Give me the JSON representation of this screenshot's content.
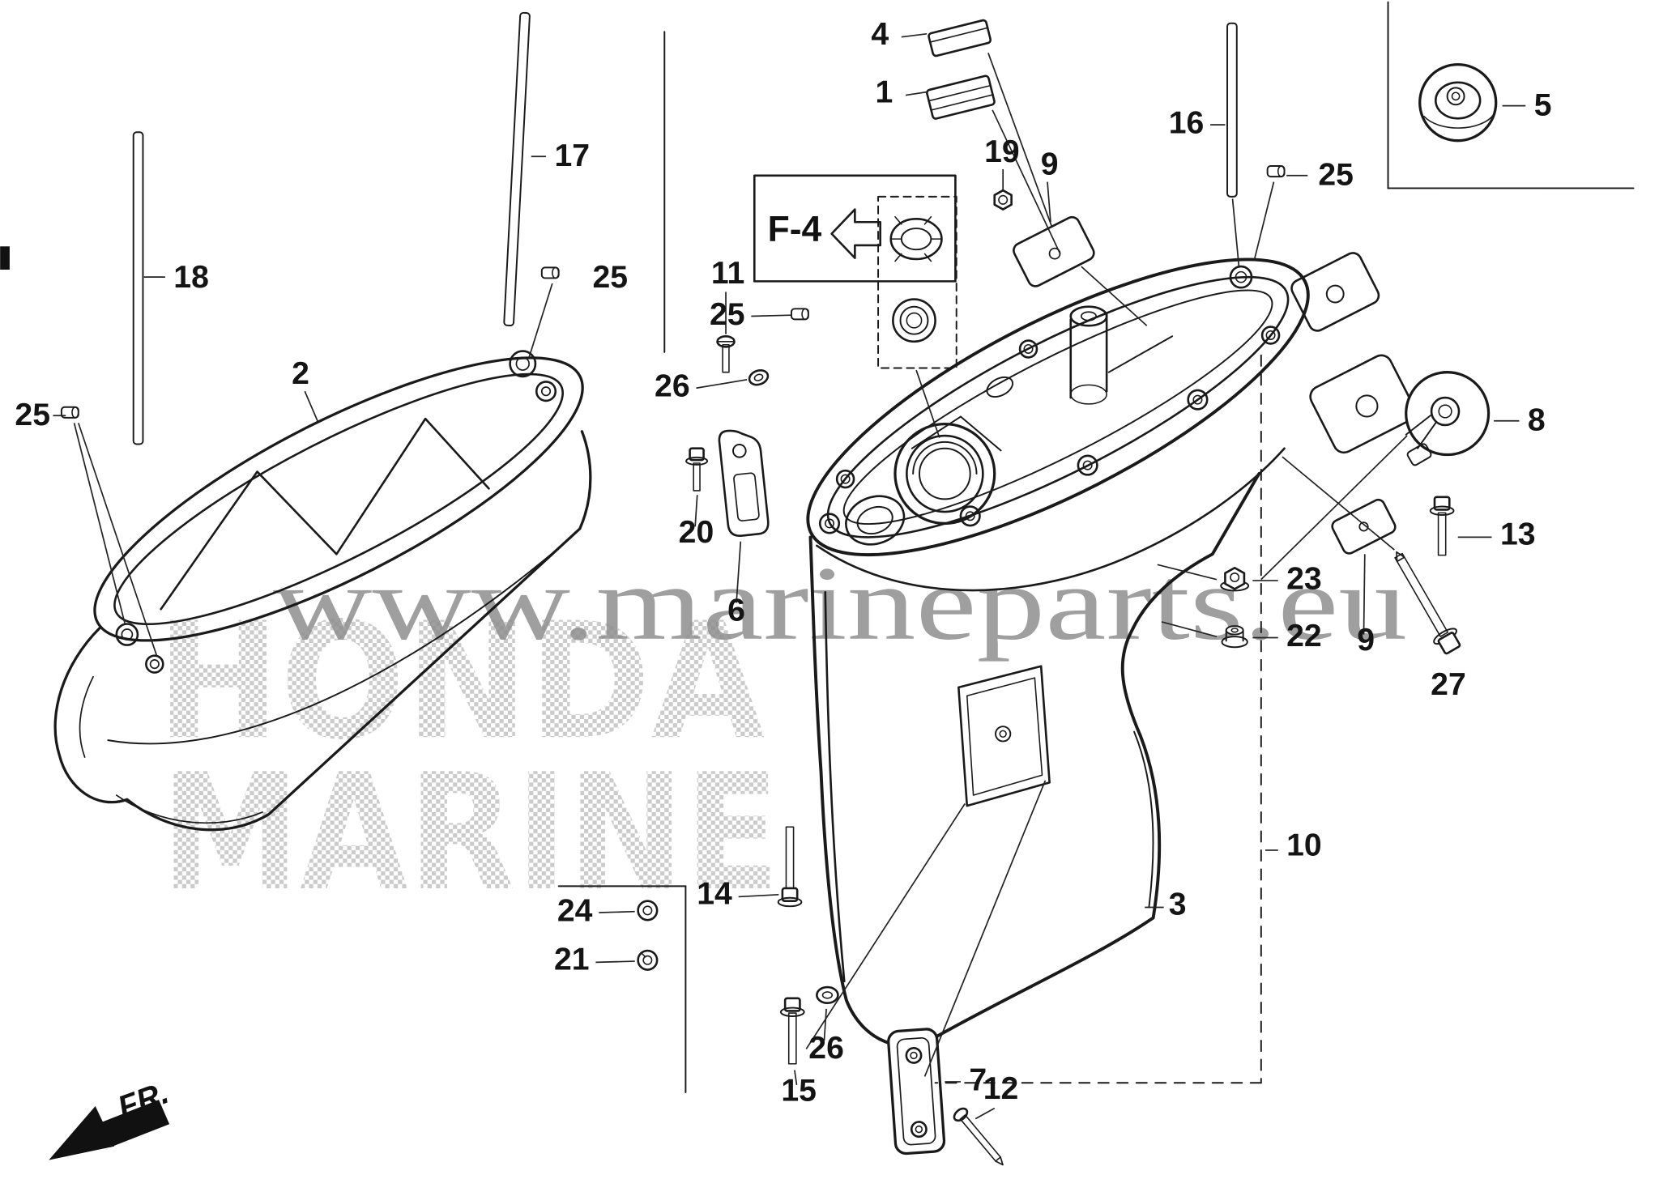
{
  "diagram": {
    "type": "parts-exploded-diagram",
    "subject": "outboard gear case exploded view",
    "watermark": "www.marineparts.eu",
    "background_words": [
      "HONDA",
      "MARINE"
    ],
    "reference_box_label": "F-4",
    "direction_label": "FR.",
    "colors": {
      "line": "#1a1a1a",
      "watermark": "#8f8f8f",
      "halftone": "#c6c6c6",
      "background": "#ffffff"
    },
    "callouts": [
      {
        "label": "4"
      },
      {
        "label": "1"
      },
      {
        "label": "17"
      },
      {
        "label": "25"
      },
      {
        "label": "18"
      },
      {
        "label": "25"
      },
      {
        "label": "2"
      },
      {
        "label": "19"
      },
      {
        "label": "9"
      },
      {
        "label": "16"
      },
      {
        "label": "25"
      },
      {
        "label": "5"
      },
      {
        "label": "11"
      },
      {
        "label": "25"
      },
      {
        "label": "26"
      },
      {
        "label": "20"
      },
      {
        "label": "6"
      },
      {
        "label": "8"
      },
      {
        "label": "13"
      },
      {
        "label": "23"
      },
      {
        "label": "22"
      },
      {
        "label": "9"
      },
      {
        "label": "27"
      },
      {
        "label": "10"
      },
      {
        "label": "3"
      },
      {
        "label": "14"
      },
      {
        "label": "24"
      },
      {
        "label": "21"
      },
      {
        "label": "26"
      },
      {
        "label": "15"
      },
      {
        "label": "7"
      },
      {
        "label": "12"
      }
    ]
  }
}
